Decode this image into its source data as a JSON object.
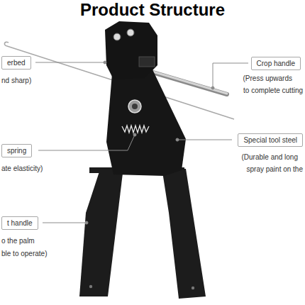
{
  "diagram": {
    "title": "Product Structure",
    "nodes": [
      {
        "text": [
          "erbed"
        ]
      },
      {
        "text": [
          "Crop handle"
        ]
      },
      {
        "text": [
          "spring"
        ]
      },
      {
        "text": [
          "Special tool steel"
        ]
      },
      {
        "text": [
          "t handle"
        ]
      }
    ],
    "labels": [
      "nd sharp)",
      "(Press upwards",
      "to complete cutting",
      "ate elasticity)",
      "(Durable and long",
      "spray paint on the",
      "o the palm",
      "ble to operate)"
    ]
  }
}
